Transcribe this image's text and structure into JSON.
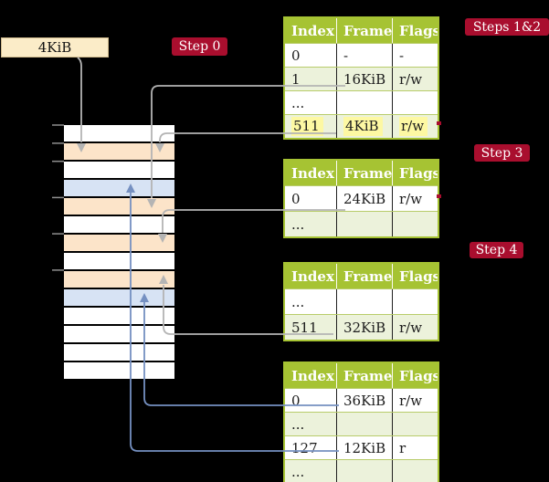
{
  "colors": {
    "bg": "#000000",
    "accent-red": "#a90e2e",
    "table-header": "#a6c333",
    "table-border": "#a6c333",
    "row-sep": "#b8cc6a",
    "row-alt-green": "#ecf2db",
    "highlight-yellow": "#fdf8a3",
    "frame-peach": "#fce4c9",
    "frame-blue": "#d7e3f4",
    "box-cream": "#fbecc8",
    "line-gray": "#b4b4b4",
    "line-blue": "#7590c1",
    "tick-gray": "#8f8f8f"
  },
  "size_box": {
    "label": "4KiB"
  },
  "labels": {
    "step0": "Step 0",
    "steps12": "Steps 1&2",
    "step3": "Step 3",
    "step4": "Step 4"
  },
  "table_headers": [
    "Index",
    "Frame",
    "Flags"
  ],
  "tables": {
    "table1": {
      "rows": [
        [
          "0",
          "-",
          "-"
        ],
        [
          "1",
          "16KiB",
          "r/w"
        ],
        [
          "...",
          "",
          ""
        ],
        [
          "511",
          "4KiB",
          "r/w"
        ]
      ]
    },
    "table2": {
      "rows": [
        [
          "0",
          "24KiB",
          "r/w"
        ],
        [
          "...",
          "",
          ""
        ]
      ]
    },
    "table3": {
      "rows": [
        [
          "...",
          "",
          ""
        ],
        [
          "511",
          "32KiB",
          "r/w"
        ]
      ]
    },
    "table4": {
      "rows": [
        [
          "0",
          "36KiB",
          "r/w"
        ],
        [
          "...",
          "",
          ""
        ],
        [
          "127",
          "12KiB",
          "r"
        ],
        [
          "...",
          "",
          ""
        ]
      ]
    }
  },
  "memory": {
    "frames": [
      "white",
      "peach",
      "white",
      "blue",
      "peach",
      "white",
      "peach",
      "white",
      "peach",
      "blue",
      "white",
      "white",
      "white",
      "white"
    ]
  }
}
